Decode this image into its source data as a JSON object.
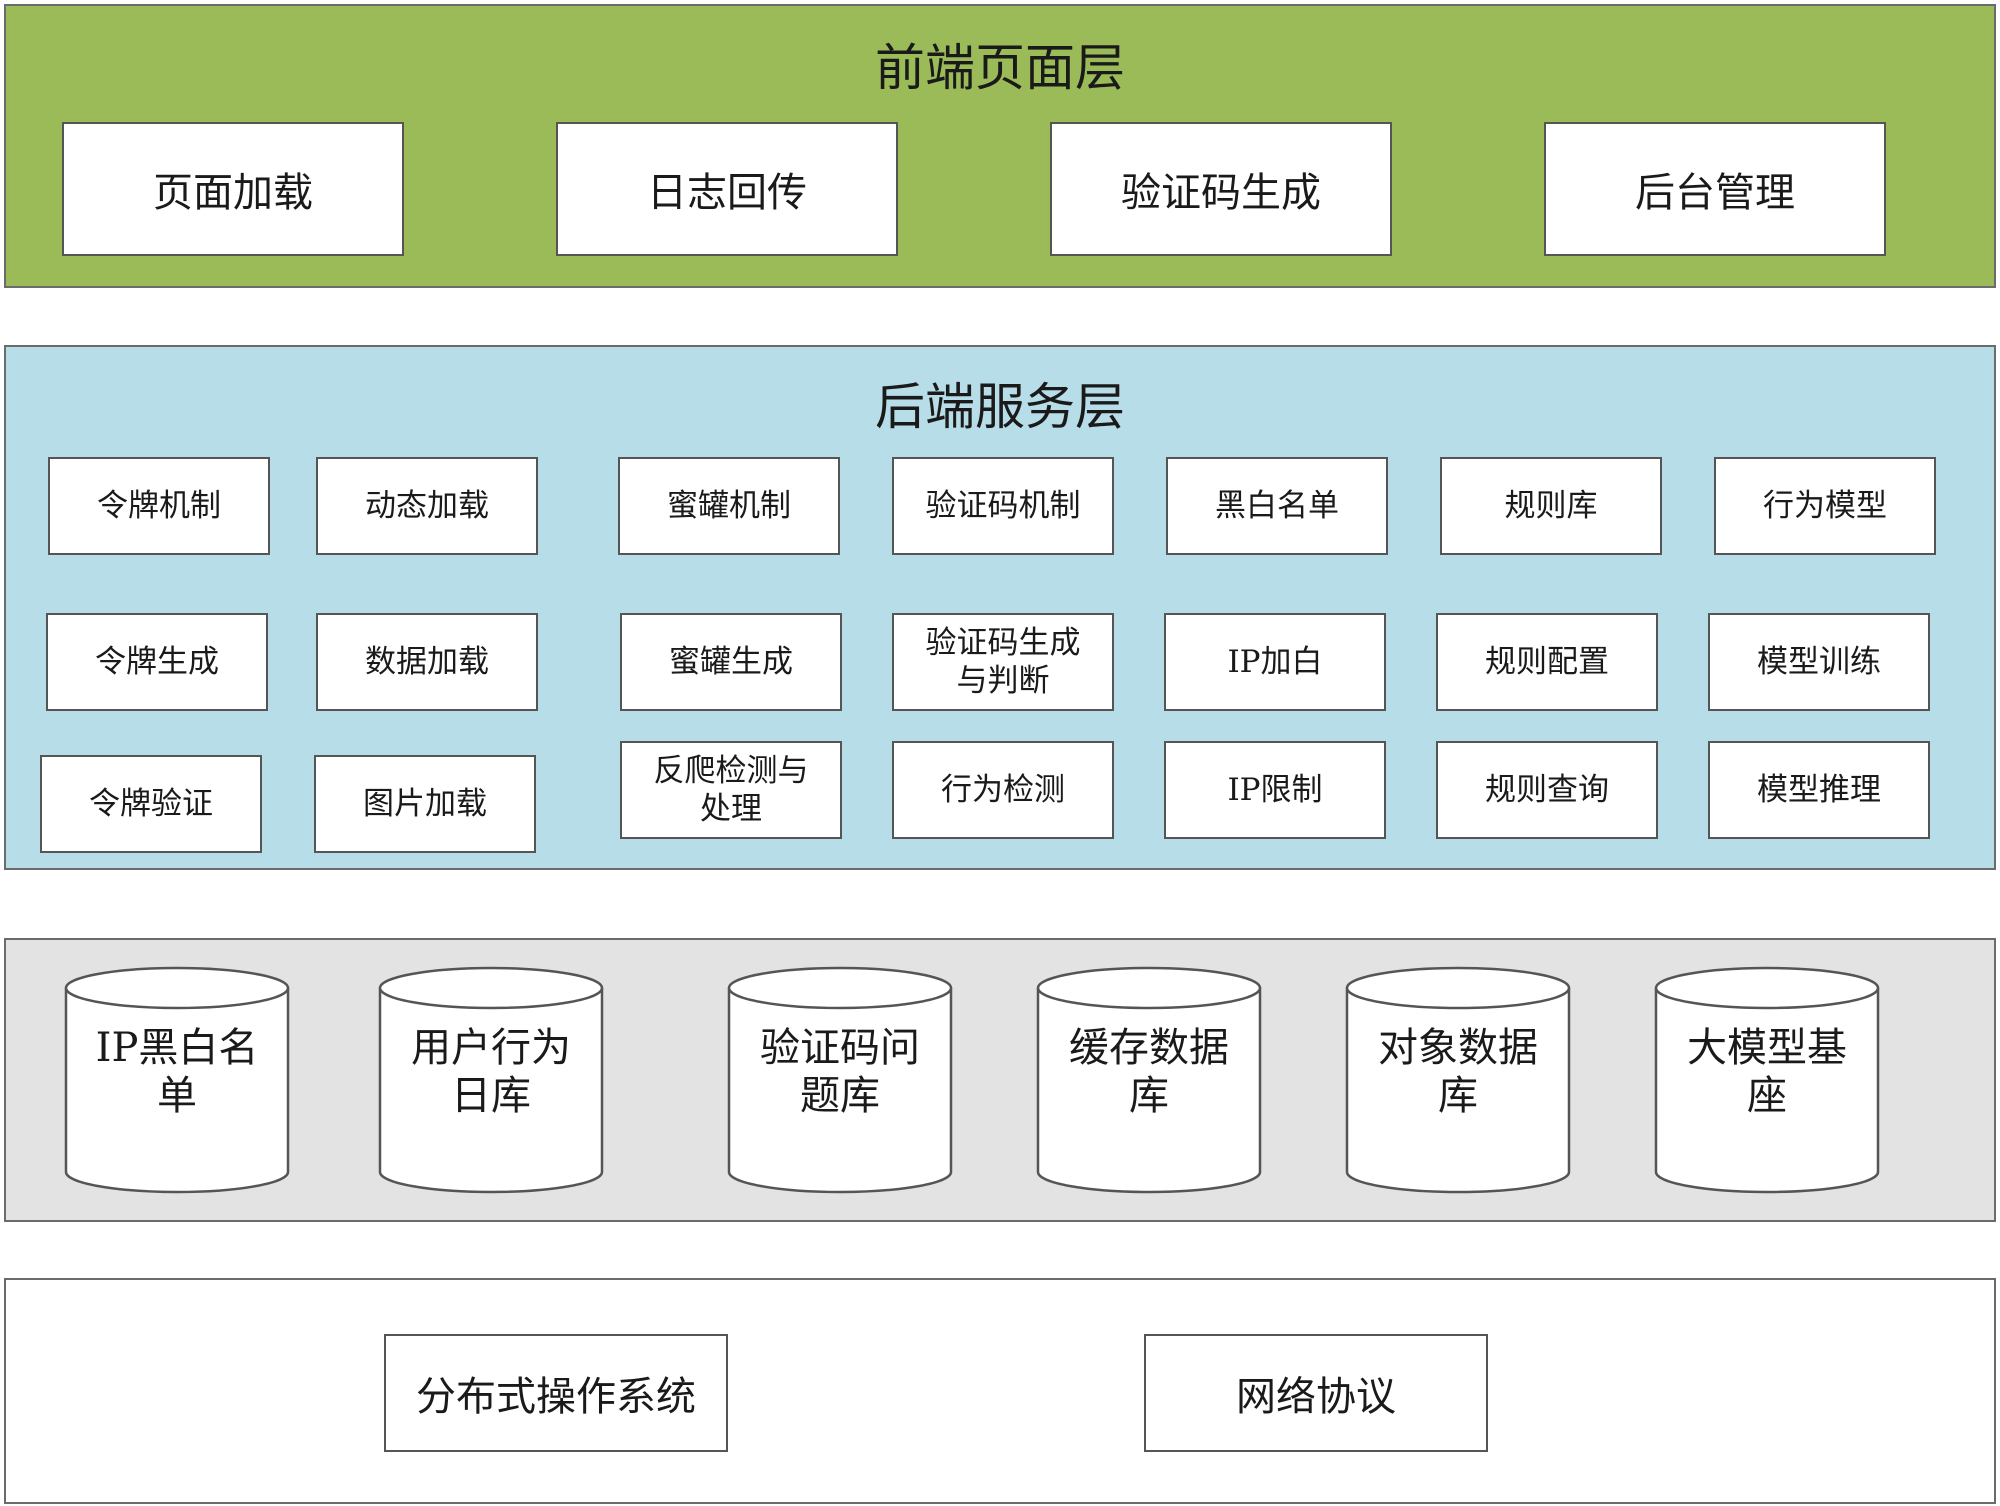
{
  "colors": {
    "frontend_bg": "#9bbb59",
    "backend_bg": "#b7dde8",
    "storage_bg": "#e3e3e3",
    "infra_bg": "#ffffff"
  },
  "frontend": {
    "title": "前端页面层",
    "items": [
      "页面加载",
      "日志回传",
      "验证码生成",
      "后台管理"
    ]
  },
  "backend": {
    "title": "后端服务层",
    "columns": [
      [
        "令牌机制",
        "令牌生成",
        "令牌验证"
      ],
      [
        "动态加载",
        "数据加载",
        "图片加载"
      ],
      [
        "蜜罐机制",
        "蜜罐生成",
        "反爬检测与\n处理"
      ],
      [
        "验证码机制",
        "验证码生成\n与判断",
        "行为检测"
      ],
      [
        "黑白名单",
        "IP加白",
        "IP限制"
      ],
      [
        "规则库",
        "规则配置",
        "规则查询"
      ],
      [
        "行为模型",
        "模型训练",
        "模型推理"
      ]
    ]
  },
  "storage": {
    "databases": [
      "IP黑白名\n单",
      "用户行为\n日库",
      "验证码问\n题库",
      "缓存数据\n库",
      "对象数据\n库",
      "大模型基\n座"
    ]
  },
  "infrastructure": {
    "items": [
      "分布式操作系统",
      "网络协议"
    ]
  }
}
